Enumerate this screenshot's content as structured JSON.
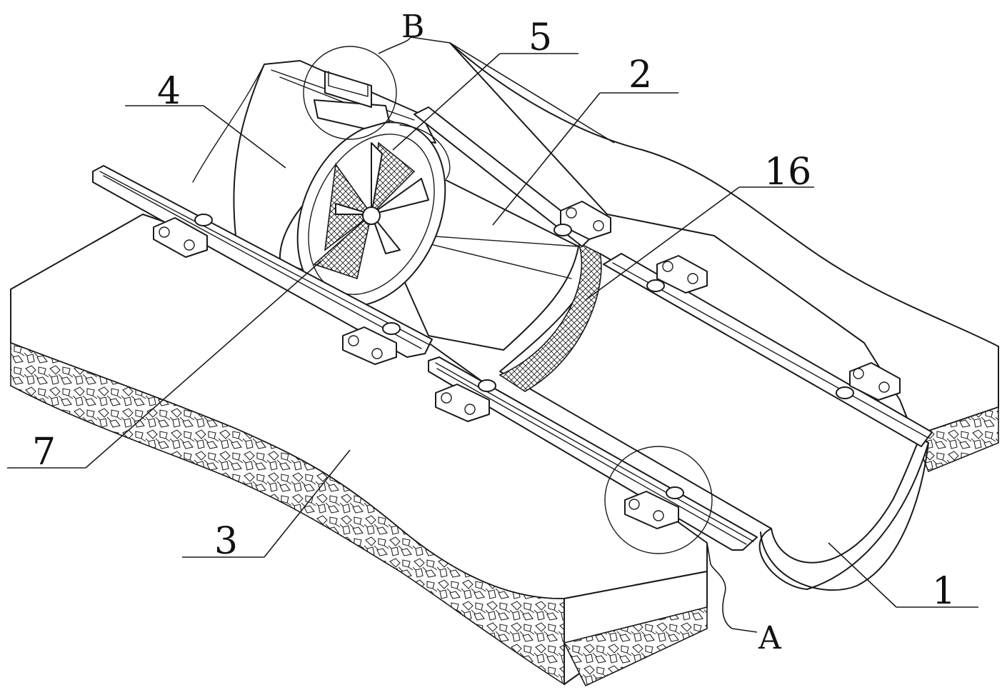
{
  "figure": {
    "callouts": [
      {
        "id": "label-1",
        "text": "1"
      },
      {
        "id": "label-2",
        "text": "2"
      },
      {
        "id": "label-3",
        "text": "3"
      },
      {
        "id": "label-4",
        "text": "4"
      },
      {
        "id": "label-5",
        "text": "5"
      },
      {
        "id": "label-7",
        "text": "7"
      },
      {
        "id": "label-16",
        "text": "16"
      },
      {
        "id": "label-A",
        "text": "A"
      },
      {
        "id": "label-B",
        "text": "B"
      }
    ]
  }
}
